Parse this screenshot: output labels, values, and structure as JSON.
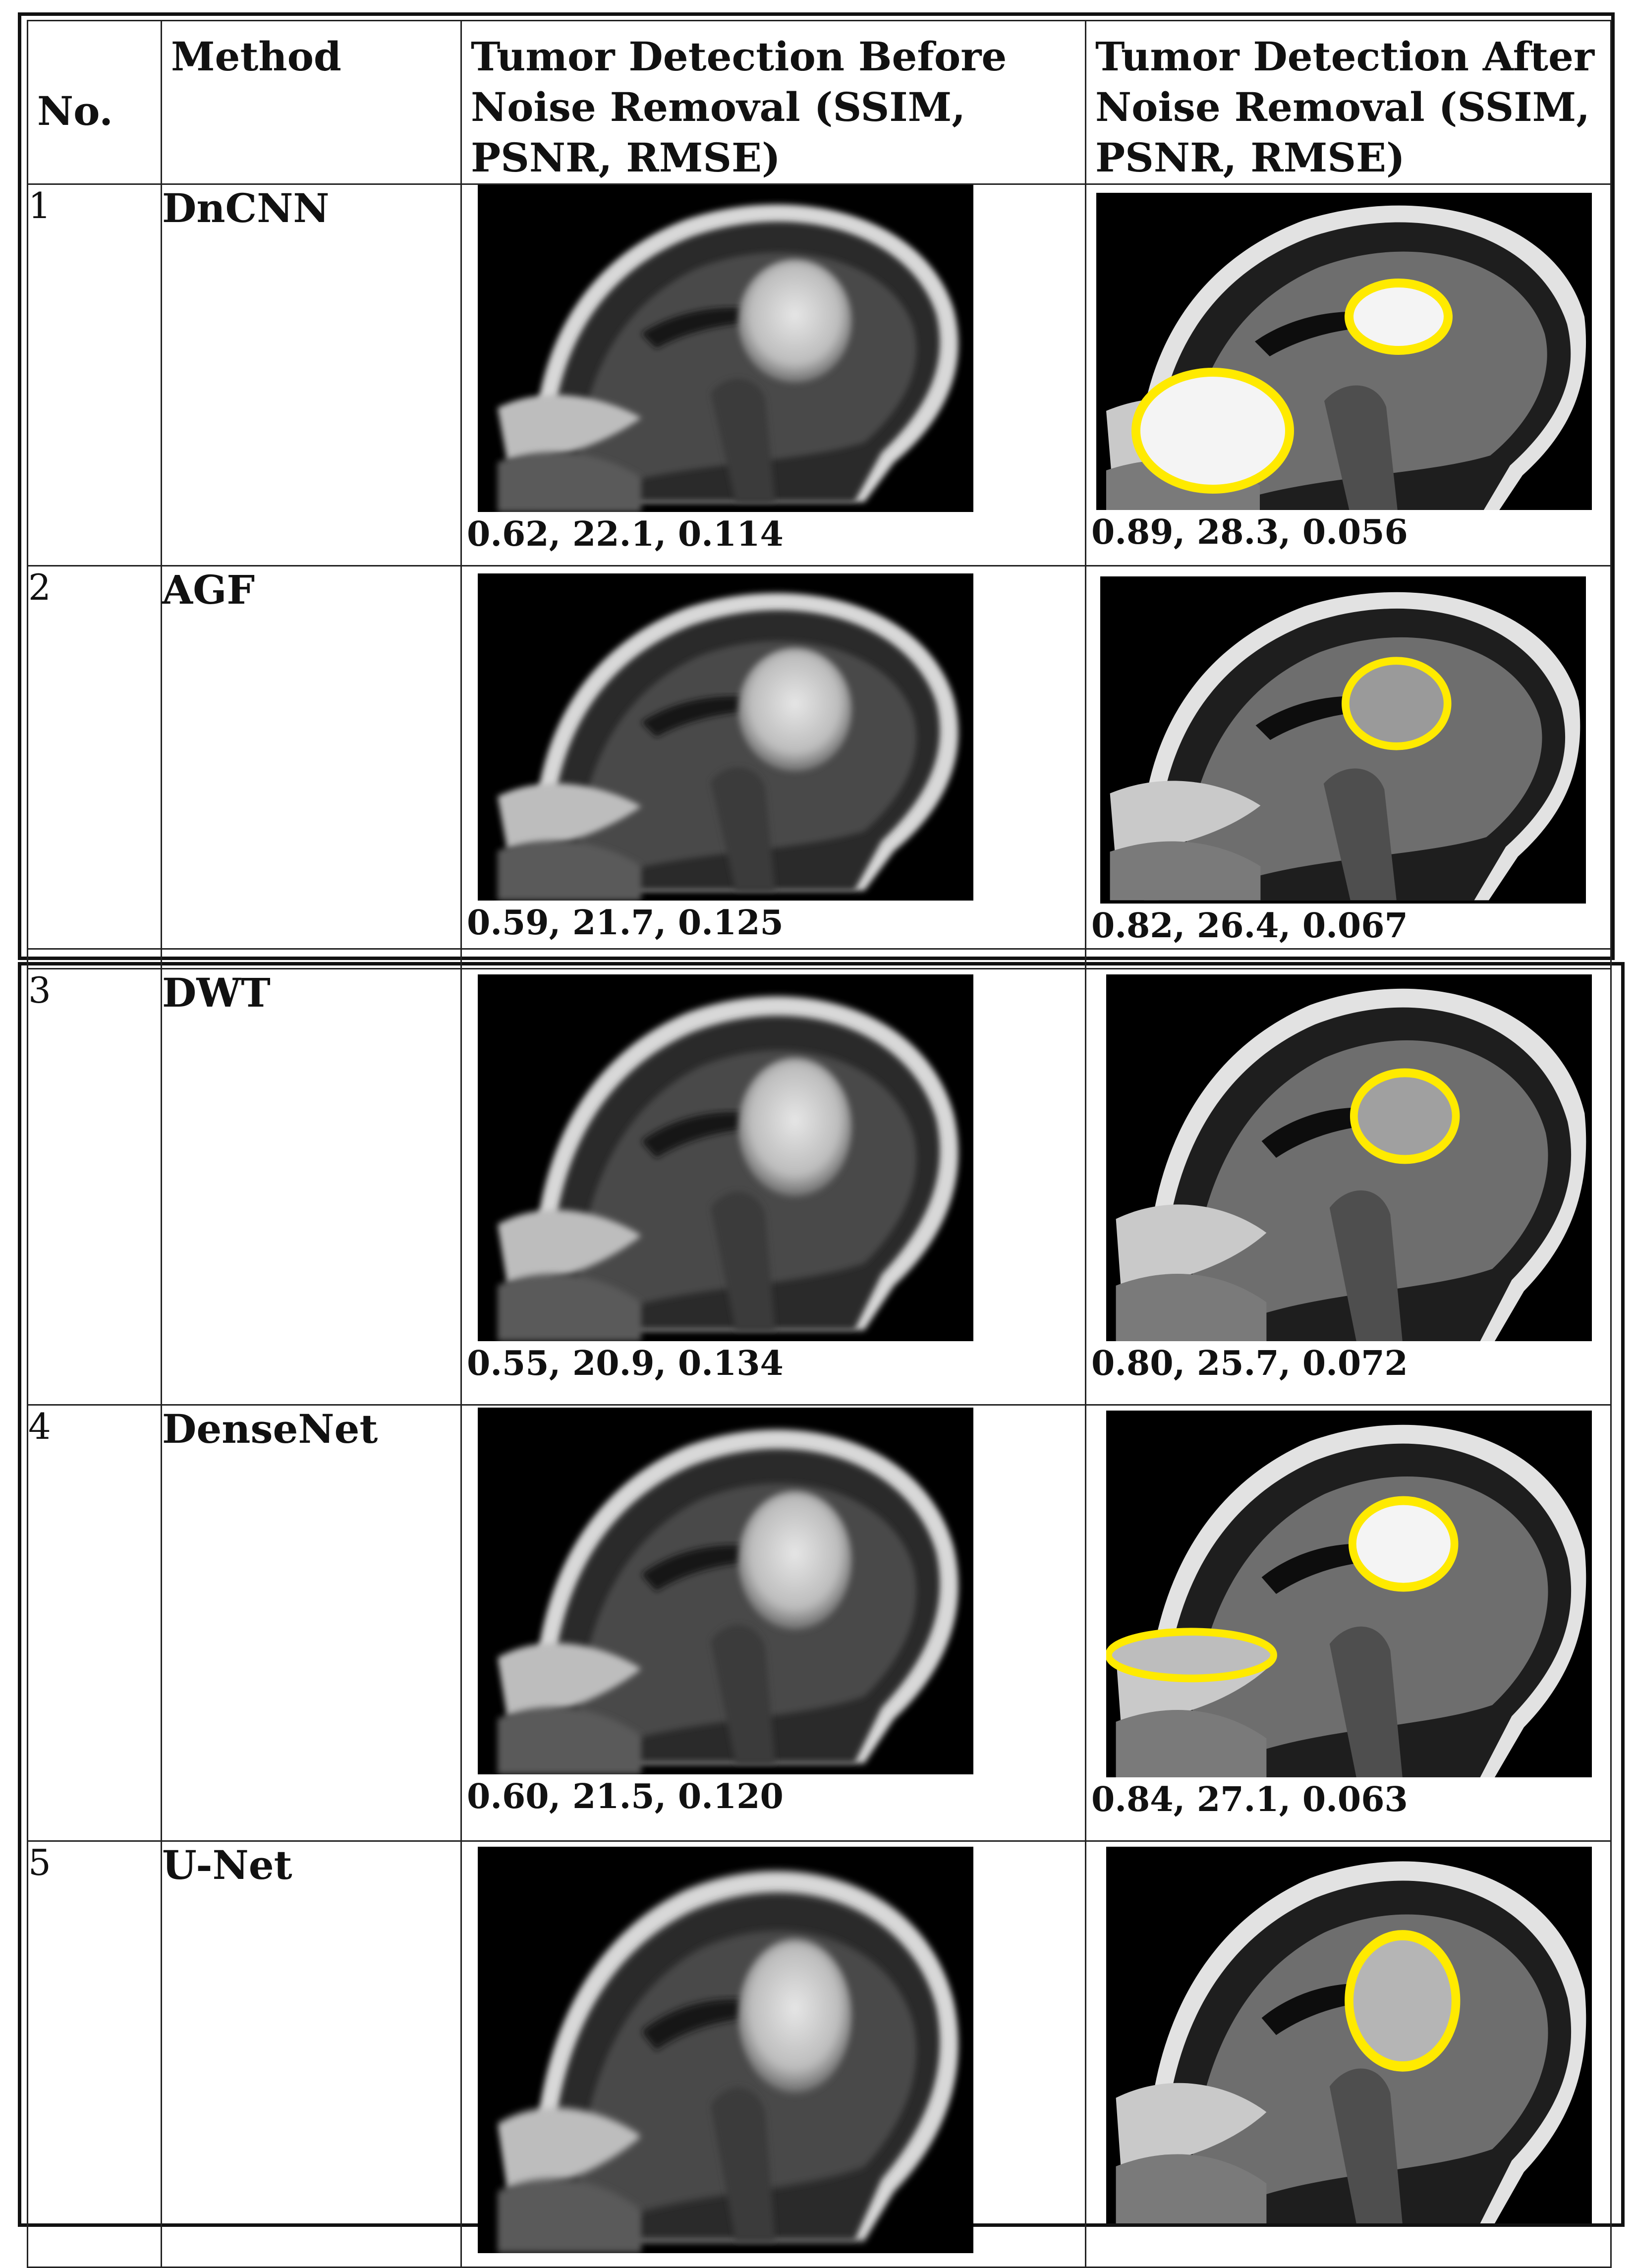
{
  "table": {
    "headers": {
      "no": "No.",
      "method": "Method",
      "before": "Tumor Detection Before Noise Removal (SSIM, PSNR, RMSE)",
      "after": "Tumor Detection After Noise Removal (SSIM, PSNR, RMSE)"
    },
    "rows": [
      {
        "no": "1",
        "method": "DnCNN",
        "before_metrics": "0.62, 22.1, 0.114",
        "after_metrics": "0.89, 28.3, 0.056"
      },
      {
        "no": "2",
        "method": "AGF",
        "before_metrics": "0.59, 21.7, 0.125",
        "after_metrics": "0.82, 26.4, 0.067"
      },
      {
        "no": "3",
        "method": "DWT",
        "before_metrics": "0.55, 20.9, 0.134",
        "after_metrics": "0.80, 25.7, 0.072"
      },
      {
        "no": "4",
        "method": "DenseNet",
        "before_metrics": "0.60, 21.5, 0.120",
        "after_metrics": "0.84, 27.1, 0.063"
      },
      {
        "no": "5",
        "method": "U-Net",
        "before_metrics": "",
        "after_metrics": ""
      }
    ]
  },
  "colors": {
    "highlight": "#ffea00",
    "border": "#111111"
  }
}
